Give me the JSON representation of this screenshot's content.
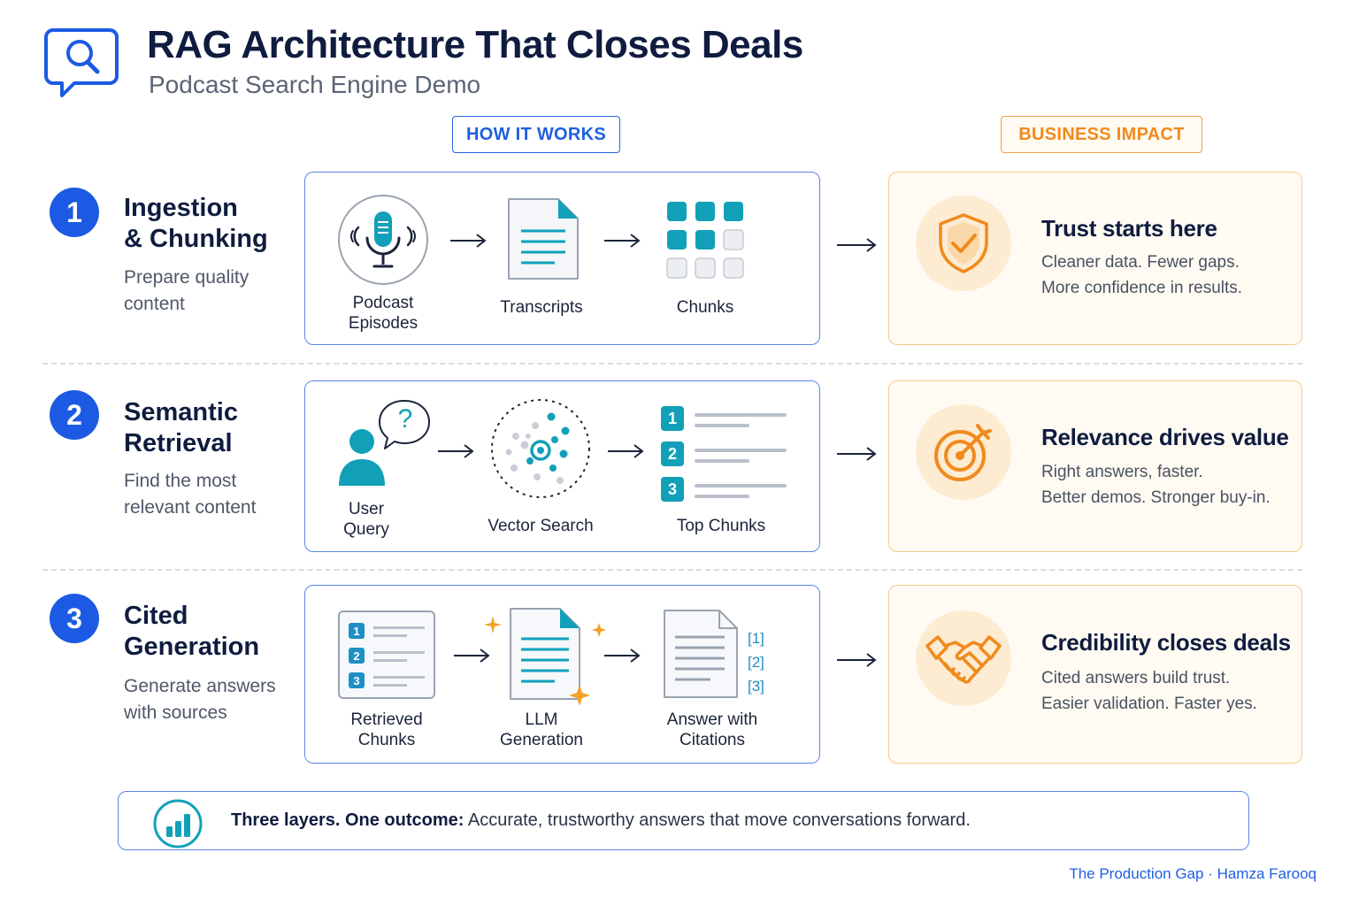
{
  "header": {
    "title": "RAG Architecture That Closes Deals",
    "subtitle": "Podcast Search Engine Demo"
  },
  "columns": {
    "how": "HOW IT WORKS",
    "business": "BUSINESS IMPACT"
  },
  "rows": [
    {
      "number": "1",
      "title": "Ingestion\n& Chunking",
      "description": "Prepare quality\ncontent",
      "steps": [
        "Podcast\nEpisodes",
        "Transcripts",
        "Chunks"
      ],
      "impact_title": "Trust starts here",
      "impact_desc": "Cleaner data. Fewer gaps.\nMore confidence in results."
    },
    {
      "number": "2",
      "title": "Semantic\nRetrieval",
      "description": "Find the most\nrelevant content",
      "steps": [
        "User\nQuery",
        "Vector Search",
        "Top Chunks"
      ],
      "ranks": [
        "1",
        "2",
        "3"
      ],
      "query_mark": "?",
      "impact_title": "Relevance drives value",
      "impact_desc": "Right answers, faster.\nBetter demos. Stronger buy-in."
    },
    {
      "number": "3",
      "title": "Cited\nGeneration",
      "description": "Generate answers\nwith sources",
      "steps": [
        "Retrieved\nChunks",
        "LLM\nGeneration",
        "Answer with\nCitations"
      ],
      "ranks": [
        "1",
        "2",
        "3"
      ],
      "citations": [
        "[1]",
        "[2]",
        "[3]"
      ],
      "impact_title": "Credibility closes deals",
      "impact_desc": "Cited answers build trust.\nEasier validation. Faster yes."
    }
  ],
  "footer": {
    "bold": "Three layers. One outcome:",
    "text": " Accurate, trustworthy answers that move conversations forward."
  },
  "credit": "The Production Gap · Hamza Farooq",
  "colors": {
    "primary_blue": "#1d5ae3",
    "teal": "#12a0b8",
    "orange": "#f08a1c",
    "navy": "#0f1c3f"
  }
}
